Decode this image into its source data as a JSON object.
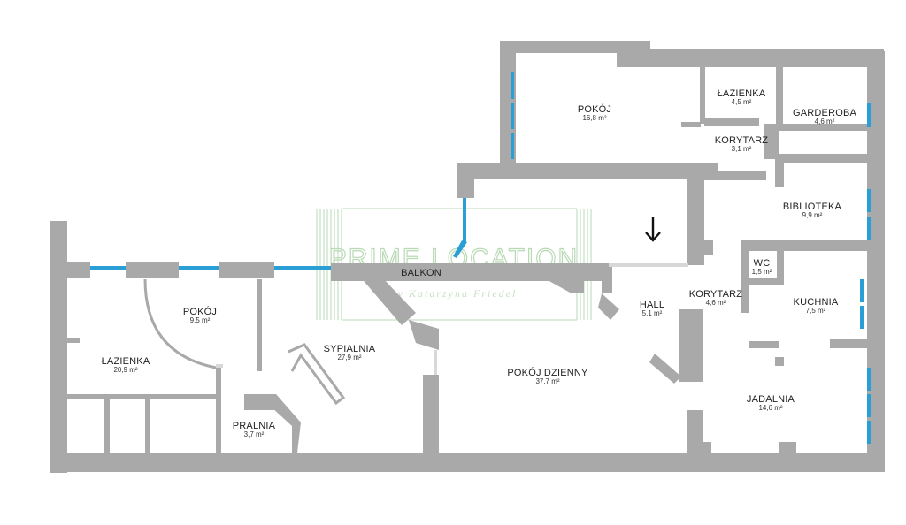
{
  "colors": {
    "wall": "#a9a9a9",
    "window": "#2a9fd6",
    "watermark": "#b9d9b5",
    "text": "#222222"
  },
  "watermark": {
    "title": "PRIME LOCATION",
    "subtitle": "by Katarzyna Friedel"
  },
  "entrance_icon": "arrow-down-icon",
  "rooms": [
    {
      "key": "pokoj_a",
      "label": "POKÓJ",
      "area": "16,8 m²"
    },
    {
      "key": "lazienka_a",
      "label": "ŁAZIENKA",
      "area": "4,5 m²"
    },
    {
      "key": "garderoba",
      "label": "GARDEROBA",
      "area": "4,6 m²"
    },
    {
      "key": "korytarz_a",
      "label": "KORYTARZ",
      "area": "3,1 m²"
    },
    {
      "key": "biblioteka",
      "label": "BIBLIOTEKA",
      "area": "9,9 m²"
    },
    {
      "key": "balkon",
      "label": "BALKON",
      "area": ""
    },
    {
      "key": "wc",
      "label": "WC",
      "area": "1,5 m²"
    },
    {
      "key": "korytarz_b",
      "label": "KORYTARZ",
      "area": "4,6 m²"
    },
    {
      "key": "hall",
      "label": "HALL",
      "area": "5,1 m²"
    },
    {
      "key": "kuchnia",
      "label": "KUCHNIA",
      "area": "7,5 m²"
    },
    {
      "key": "pokoj_b",
      "label": "POKÓJ",
      "area": "9,5 m²"
    },
    {
      "key": "sypialnia",
      "label": "SYPIALNIA",
      "area": "27,9 m²"
    },
    {
      "key": "lazienka_b",
      "label": "ŁAZIENKA",
      "area": "20,9 m²"
    },
    {
      "key": "pokoj_dzienny",
      "label": "POKÓJ DZIENNY",
      "area": "37,7 m²"
    },
    {
      "key": "jadalnia",
      "label": "JADALNIA",
      "area": "14,6 m²"
    },
    {
      "key": "pralnia",
      "label": "PRALNIA",
      "area": "3,7 m²"
    }
  ]
}
